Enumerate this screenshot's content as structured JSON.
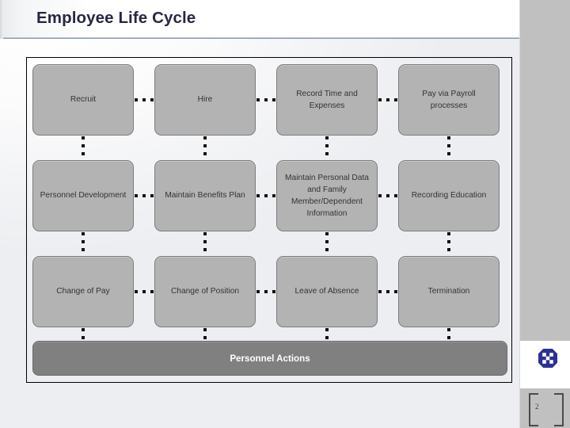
{
  "slide": {
    "title": "Employee Life Cycle",
    "page_number": "2"
  },
  "icons": {
    "checker_icon_name": "blue-checker-icon",
    "checker_color": "#2b3192",
    "checker_inner_color": "#ffffff"
  },
  "diagram": {
    "type": "grid-flow",
    "rows": 3,
    "columns": 4,
    "node_fill": "#b3b3b3",
    "node_border": "#7c7c7c",
    "connector_color": "#111111",
    "connector_style": "dotted",
    "nodes": [
      [
        {
          "label": "Recruit"
        },
        {
          "label": "Hire"
        },
        {
          "label": "Record Time and Expenses"
        },
        {
          "label": "Pay via Payroll processes"
        }
      ],
      [
        {
          "label": "Personnel Development"
        },
        {
          "label": "Maintain Benefits Plan"
        },
        {
          "label": "Maintain Personal Data and Family Member/Dependent Information"
        },
        {
          "label": "Recording Education"
        }
      ],
      [
        {
          "label": "Change of Pay"
        },
        {
          "label": "Change of Position"
        },
        {
          "label": "Leave of Absence"
        },
        {
          "label": "Termination"
        }
      ]
    ],
    "footer": {
      "label": "Personnel Actions",
      "fill": "#808080",
      "text_color": "#ffffff"
    }
  }
}
